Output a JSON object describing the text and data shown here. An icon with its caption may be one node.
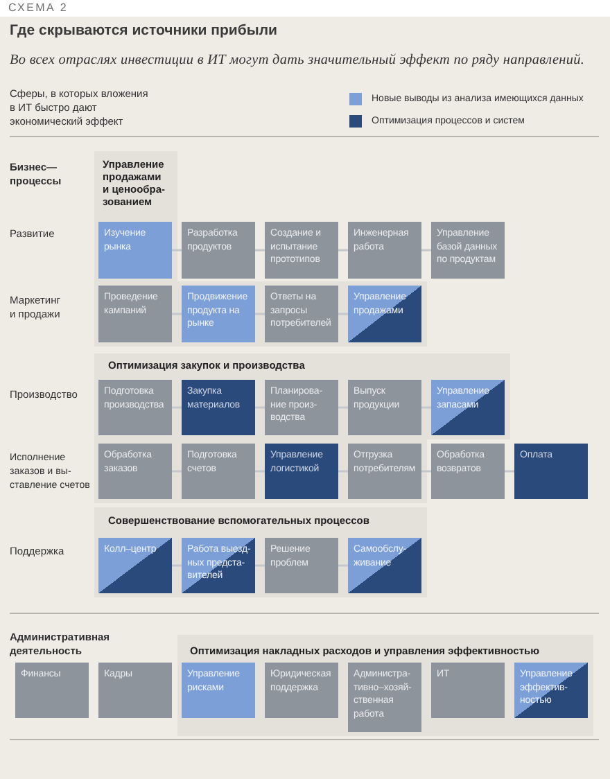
{
  "diagram": {
    "title": "Где скрываются источники прибыли",
    "nodes": [
      {
        "text": [
          "Управление продажами и ценообра-зованием"
        ]
      },
      {
        "text": [
          "Изучение рынка"
        ],
        "in": 0
      },
      {
        "text": [
          "Разработка продуктов"
        ]
      },
      {
        "text": [
          "Создание и испытание прототипов"
        ]
      },
      {
        "text": [
          "Инженерная работа"
        ]
      },
      {
        "text": [
          "Управление базой данных по продуктам"
        ]
      },
      {
        "text": [
          "Проведение кампаний"
        ],
        "in": 0
      },
      {
        "text": [
          "Продвижение продукта на рынке"
        ],
        "in": 0
      },
      {
        "text": [
          "Ответы на запросы потребителей"
        ],
        "in": 0
      },
      {
        "text": [
          "Управление продажами"
        ],
        "in": 0
      },
      {
        "text": [
          "Оптимизация закупок и производства"
        ]
      },
      {
        "text": [
          "Подготовка производства"
        ],
        "in": 10
      },
      {
        "text": [
          "Закупка материалов"
        ],
        "in": 10
      },
      {
        "text": [
          "Планирова-ние произ-водства"
        ],
        "in": 10
      },
      {
        "text": [
          "Выпуск продукции"
        ],
        "in": 10
      },
      {
        "text": [
          "Управление запасами"
        ],
        "in": 10
      },
      {
        "text": [
          "Обработка заказов"
        ],
        "in": 10
      },
      {
        "text": [
          "Подготовка счетов"
        ],
        "in": 10
      },
      {
        "text": [
          "Управление логистикой"
        ],
        "in": 10
      },
      {
        "text": [
          "Отгрузка потребителям"
        ],
        "in": 10
      },
      {
        "text": [
          "Обработка возвратов"
        ]
      },
      {
        "text": [
          "Оплата"
        ]
      },
      {
        "text": [
          "Совершенствование вспомогательных процессов"
        ]
      },
      {
        "text": [
          "Колл–центр"
        ],
        "in": 22
      },
      {
        "text": [
          "Работа выезд-ных предста-вителей"
        ],
        "in": 22
      },
      {
        "text": [
          "Решение проблем"
        ],
        "in": 22
      },
      {
        "text": [
          "Самообслу-живание"
        ],
        "in": 22
      },
      {
        "text": [
          "Финансы"
        ]
      },
      {
        "text": [
          "Кадры"
        ]
      },
      {
        "text": [
          "Оптимизация накладных расходов и управления эффективностью"
        ]
      },
      {
        "text": [
          "Управление рисками"
        ],
        "in": 29
      },
      {
        "text": [
          "Юридическая поддержка"
        ],
        "in": 29
      },
      {
        "text": [
          "Администра-тивно–хозяй-ственная работа"
        ],
        "in": 29
      },
      {
        "text": [
          "ИТ"
        ],
        "in": 29
      },
      {
        "text": [
          "Управление эффектив-ностью"
        ],
        "in": 29
      }
    ],
    "edges": [
      {
        "from": 1,
        "to": 2,
        "arrow": "none"
      },
      {
        "from": 2,
        "to": 3,
        "arrow": "none"
      },
      {
        "from": 3,
        "to": 4,
        "arrow": "none"
      },
      {
        "from": 4,
        "to": 5,
        "arrow": "none"
      },
      {
        "from": 6,
        "to": 7,
        "arrow": "none"
      },
      {
        "from": 7,
        "to": 8,
        "arrow": "none"
      },
      {
        "from": 8,
        "to": 9,
        "arrow": "none"
      },
      {
        "from": 11,
        "to": 12,
        "arrow": "none"
      },
      {
        "from": 12,
        "to": 13,
        "arrow": "none"
      },
      {
        "from": 13,
        "to": 14,
        "arrow": "none"
      },
      {
        "from": 14,
        "to": 15,
        "arrow": "none"
      },
      {
        "from": 16,
        "to": 17,
        "arrow": "none"
      },
      {
        "from": 17,
        "to": 18,
        "arrow": "none"
      },
      {
        "from": 18,
        "to": 19,
        "arrow": "none"
      },
      {
        "from": 19,
        "to": 20,
        "arrow": "none"
      },
      {
        "from": 20,
        "to": 21,
        "arrow": "none"
      },
      {
        "from": 23,
        "to": 24,
        "arrow": "none"
      },
      {
        "from": 24,
        "to": 25,
        "arrow": "none"
      },
      {
        "from": 25,
        "to": 26,
        "arrow": "none"
      }
    ],
    "labels": [
      "СХЕМА 2",
      "Во всех отраслях инвестиции в ИТ могут дать значительный эффект по ряду направлений.",
      "Сферы, в которых вложения в ИТ быстро дают экономический эффект",
      "Бизнес—процессы",
      "Развитие",
      "Маркетинг и продажи",
      "Производство",
      "Исполнение заказов и вы-ставление счетов",
      "Поддержка",
      "Административная деятельность"
    ],
    "legend": [
      {
        "text": "Новые выводы из анализа имеющихся данных",
        "color": "#7b9fd6"
      },
      {
        "text": "Оптимизация процессов и систем",
        "color": "#2b4a7c"
      }
    ]
  }
}
